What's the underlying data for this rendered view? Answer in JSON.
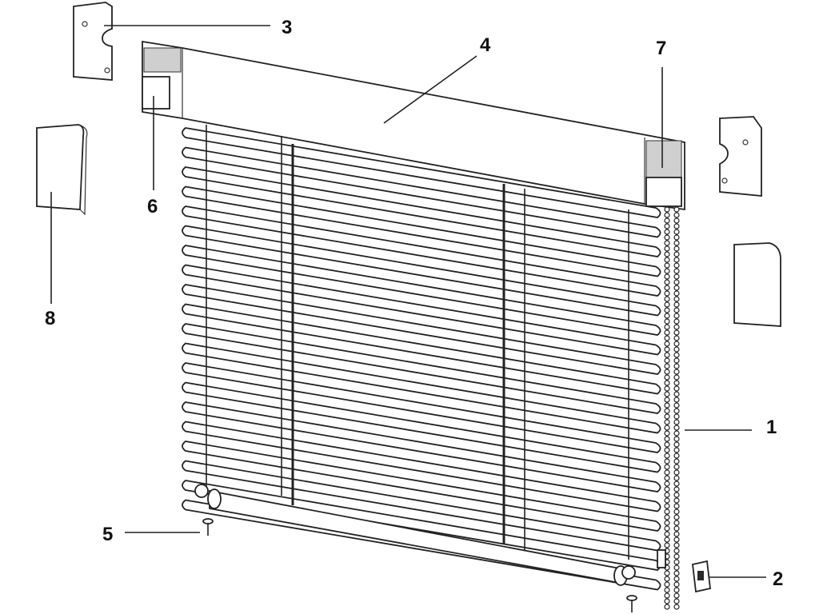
{
  "labels": {
    "l1": "1",
    "l2": "2",
    "l3": "3",
    "l4": "4",
    "l5": "5",
    "l6": "6",
    "l7": "7",
    "l8": "8"
  },
  "colors": {
    "line": "#222222",
    "fill": "#ffffff",
    "shade": "#cfcfcf"
  },
  "slat_count": 20
}
